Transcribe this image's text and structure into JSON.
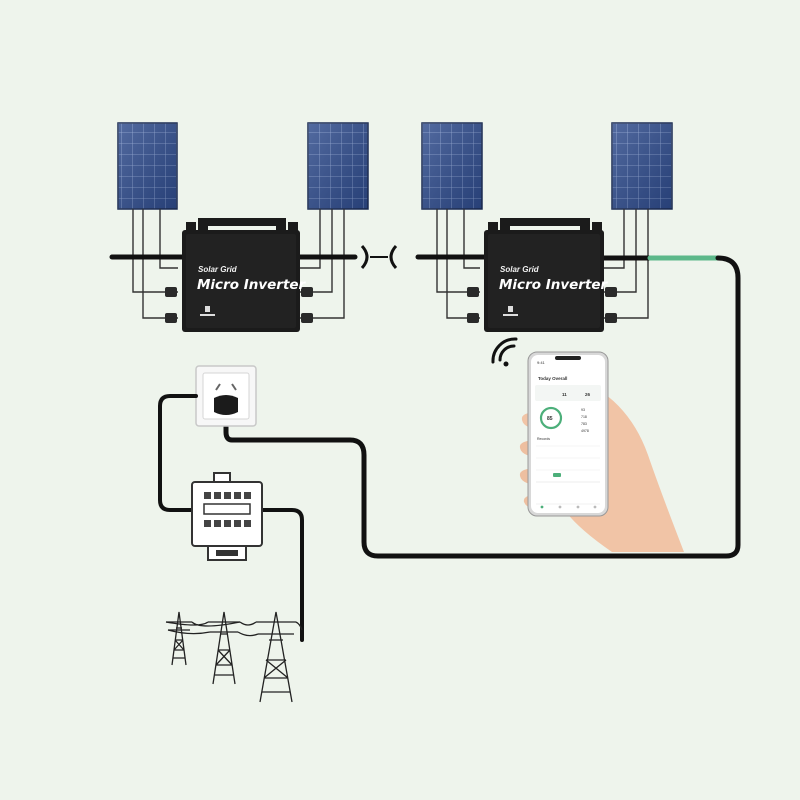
{
  "inverter_left": {
    "brand": "Solar Grid",
    "model": "Micro Inverter"
  },
  "inverter_right": {
    "brand": "Solar Grid",
    "model": "Micro Inverter"
  },
  "phone": {
    "time": "9:41",
    "header": "Today Overall",
    "stat_a": "11",
    "stat_b": "26",
    "gauge": "85",
    "readouts": [
      "93",
      "718",
      "783",
      "4978"
    ],
    "tab": "Records"
  },
  "colors": {
    "background": "#eef4ec",
    "panel": "#2f4a8a",
    "inverter": "#1b1b1b",
    "cable": "#111111",
    "cable_highlight": "#5cb88a",
    "app_accent": "#4caf7a"
  },
  "icons": [
    "solar-panel-icon",
    "wifi-icon",
    "wall-socket-icon",
    "electric-meter-icon",
    "power-tower-icon",
    "smartphone-icon",
    "hand-icon"
  ]
}
